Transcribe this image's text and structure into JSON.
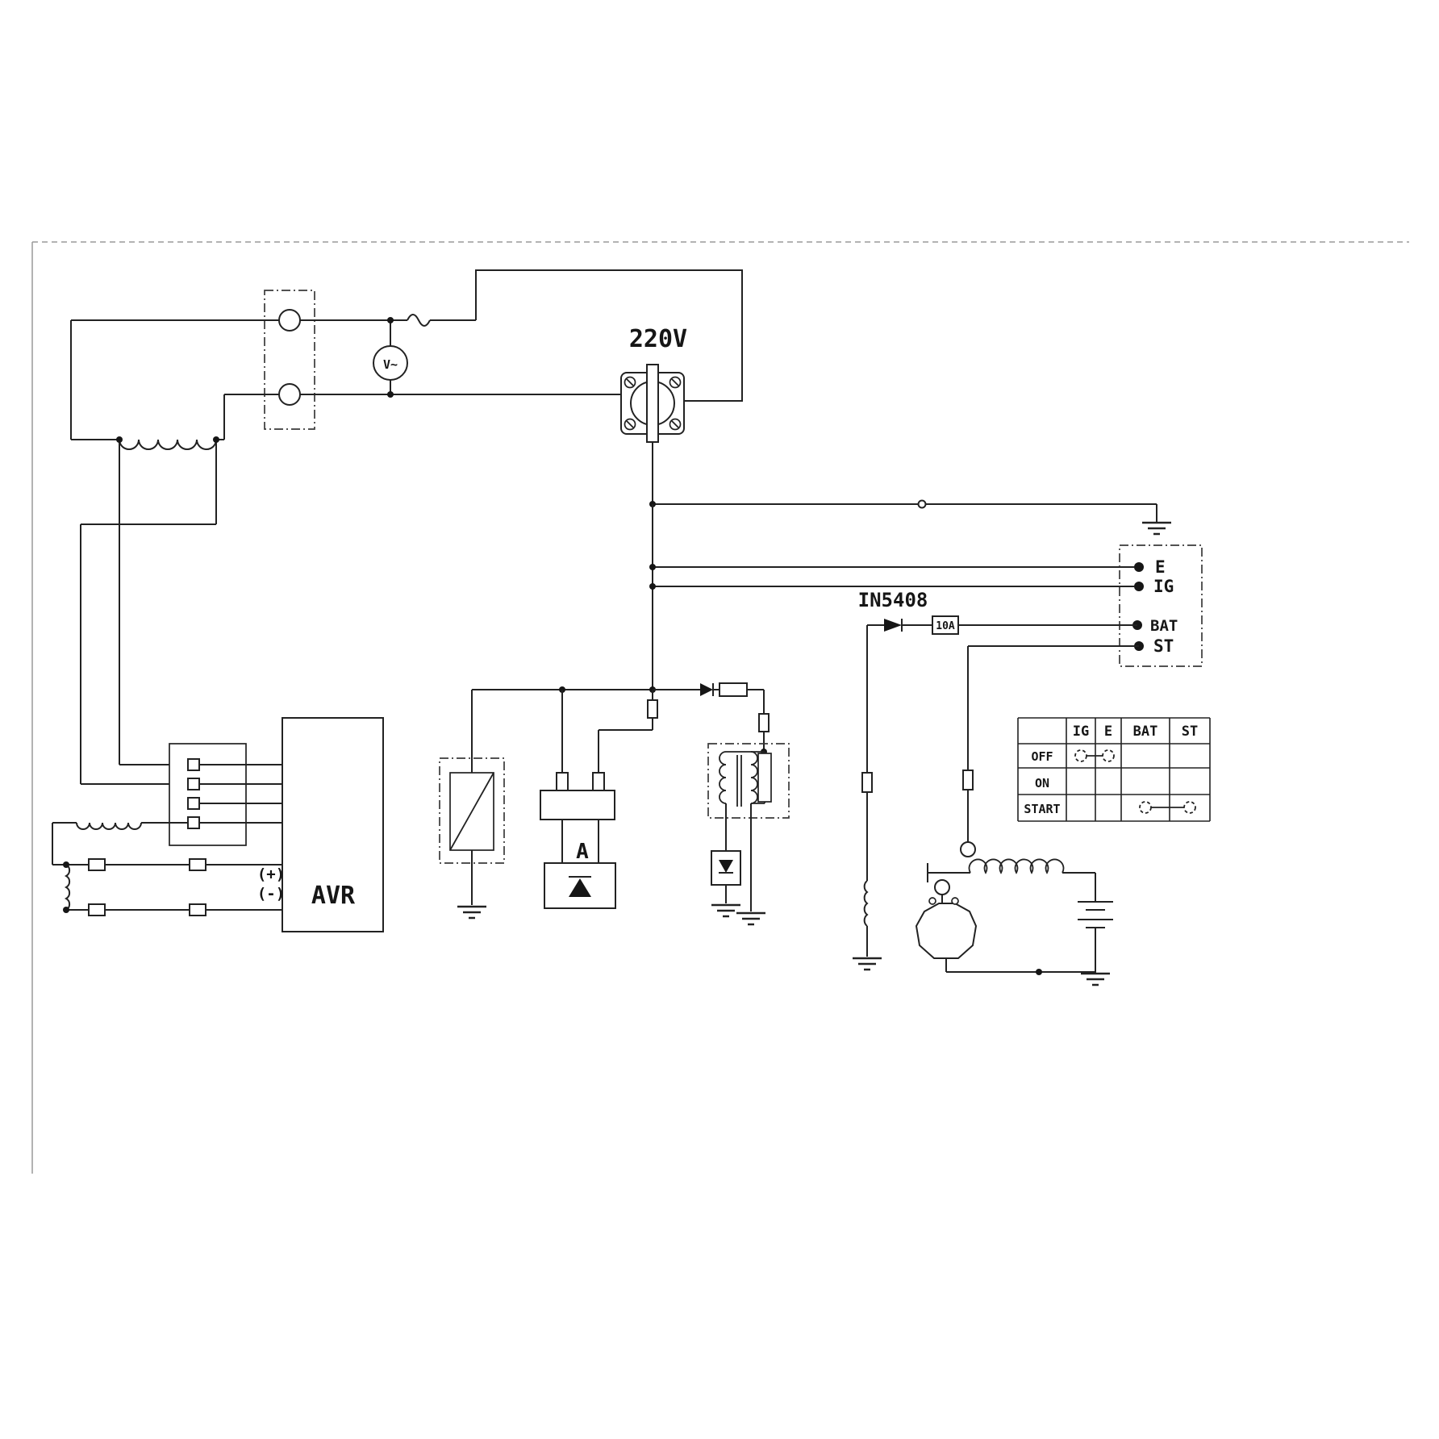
{
  "diagram": {
    "labels": {
      "outlet_voltage": "220V",
      "voltmeter": "V~",
      "diode_part": "IN5408",
      "fuse_rating": "10A",
      "avr": "AVR",
      "positive": "(+)",
      "negative": "(-)",
      "ammeter": "A"
    },
    "ignition_switch": {
      "terminals": [
        "E",
        "IG",
        "BAT",
        "ST"
      ]
    },
    "switch_table": {
      "columns": [
        "IG",
        "E",
        "BAT",
        "ST"
      ],
      "rows": [
        {
          "label": "OFF",
          "connected": [
            "IG",
            "E"
          ]
        },
        {
          "label": "ON",
          "connected": []
        },
        {
          "label": "START",
          "connected": [
            "BAT",
            "ST"
          ]
        }
      ]
    },
    "colors": {
      "line": "#222222",
      "background": "#ffffff"
    }
  }
}
